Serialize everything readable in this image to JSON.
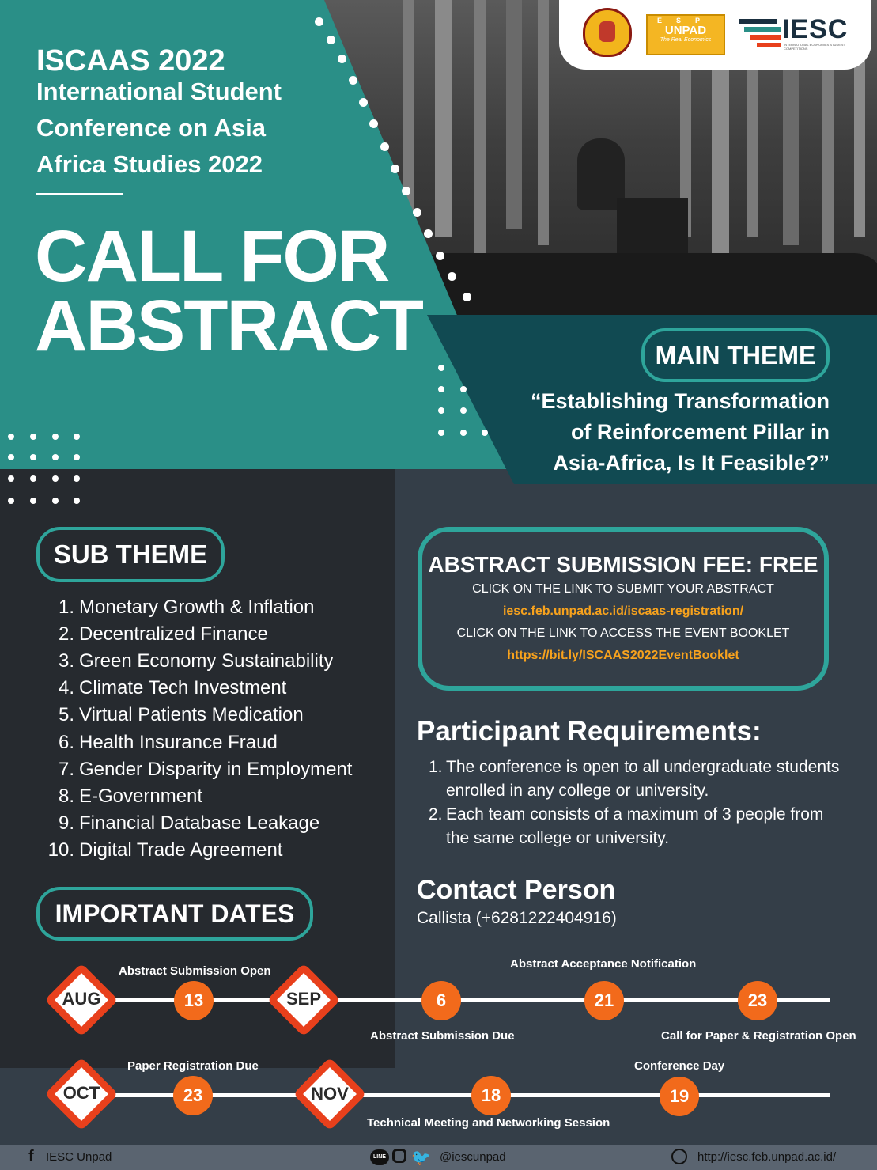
{
  "header": {
    "event_short": "ISCAAS 2022",
    "event_line1": "International Student",
    "event_line2": "Conference on Asia",
    "event_line3": "Africa Studies 2022",
    "cfa_line1": "CALL FOR",
    "cfa_line2": "ABSTRACT"
  },
  "logos": {
    "esp_text": "ESP",
    "unpad_text": "UNPAD",
    "esp_tagline": "The Real Economics",
    "iesc_text": "IESC",
    "iesc_sub": "INTERNATIONAL ECONOMICS STUDENT COMPETITIONS"
  },
  "main_theme": {
    "label": "MAIN THEME",
    "line1": "“Establishing Transformation",
    "line2": "of Reinforcement Pillar in",
    "line3": "Asia-Africa, Is It Feasible?”"
  },
  "sub_theme": {
    "label": "SUB THEME",
    "items": [
      {
        "num": "1.",
        "text": "Monetary Growth & Inflation"
      },
      {
        "num": "2.",
        "text": "Decentralized Finance"
      },
      {
        "num": "3.",
        "text": "Green Economy Sustainability"
      },
      {
        "num": "4.",
        "text": "Climate Tech Investment"
      },
      {
        "num": "5.",
        "text": "Virtual Patients Medication"
      },
      {
        "num": "6.",
        "text": "Health Insurance Fraud"
      },
      {
        "num": "7.",
        "text": "Gender Disparity in Employment"
      },
      {
        "num": "8.",
        "text": "E-Government"
      },
      {
        "num": "9.",
        "text": "Financial Database Leakage"
      },
      {
        "num": "10.",
        "text": "Digital Trade Agreement"
      }
    ]
  },
  "fee": {
    "title": "ABSTRACT SUBMISSION FEE: FREE",
    "submit_caption": "CLICK ON THE LINK TO SUBMIT YOUR ABSTRACT",
    "submit_link": "iesc.feb.unpad.ac.id/iscaas-registration/",
    "booklet_caption": "CLICK ON THE LINK TO ACCESS THE EVENT BOOKLET",
    "booklet_link": "https://bit.ly/ISCAAS2022EventBooklet"
  },
  "requirements": {
    "title": "Participant Requirements:",
    "items": [
      {
        "num": "1.",
        "text": "The conference is open to all undergraduate students enrolled in any college or university."
      },
      {
        "num": "2.",
        "text": "Each team consists of a maximum of 3 people from the same college or university."
      }
    ]
  },
  "contact": {
    "title": "Contact Person",
    "value": "Callista (+6281222404916)"
  },
  "dates": {
    "label": "IMPORTANT DATES",
    "months": {
      "aug": "AUG",
      "sep": "SEP",
      "oct": "OCT",
      "nov": "NOV"
    },
    "days": {
      "d13": "13",
      "d6": "6",
      "d21": "21",
      "d23a": "23",
      "d23b": "23",
      "d18": "18",
      "d19": "19"
    },
    "events": {
      "abstract_open": "Abstract Submission Open",
      "abstract_due": "Abstract Submission Due",
      "acceptance": "Abstract Acceptance Notification",
      "call_for_paper": "Call for Paper & Registration Open",
      "paper_due": "Paper Registration Due",
      "tech_meeting": "Technical Meeting and Networking Session",
      "conference_day": "Conference Day"
    }
  },
  "footer": {
    "facebook": "IESC Unpad",
    "social_handle": "@iescunpad",
    "website": "http://iesc.feb.unpad.ac.id/"
  },
  "colors": {
    "teal": "#2a8f87",
    "dark_teal": "#114a52",
    "accent_orange": "#f26a1b",
    "diamond_red": "#e8401c",
    "link_yellow": "#f7a21d"
  },
  "icons": [
    "facebook-icon",
    "line-icon",
    "instagram-icon",
    "twitter-icon",
    "globe-icon",
    "unpad-crest-icon"
  ]
}
